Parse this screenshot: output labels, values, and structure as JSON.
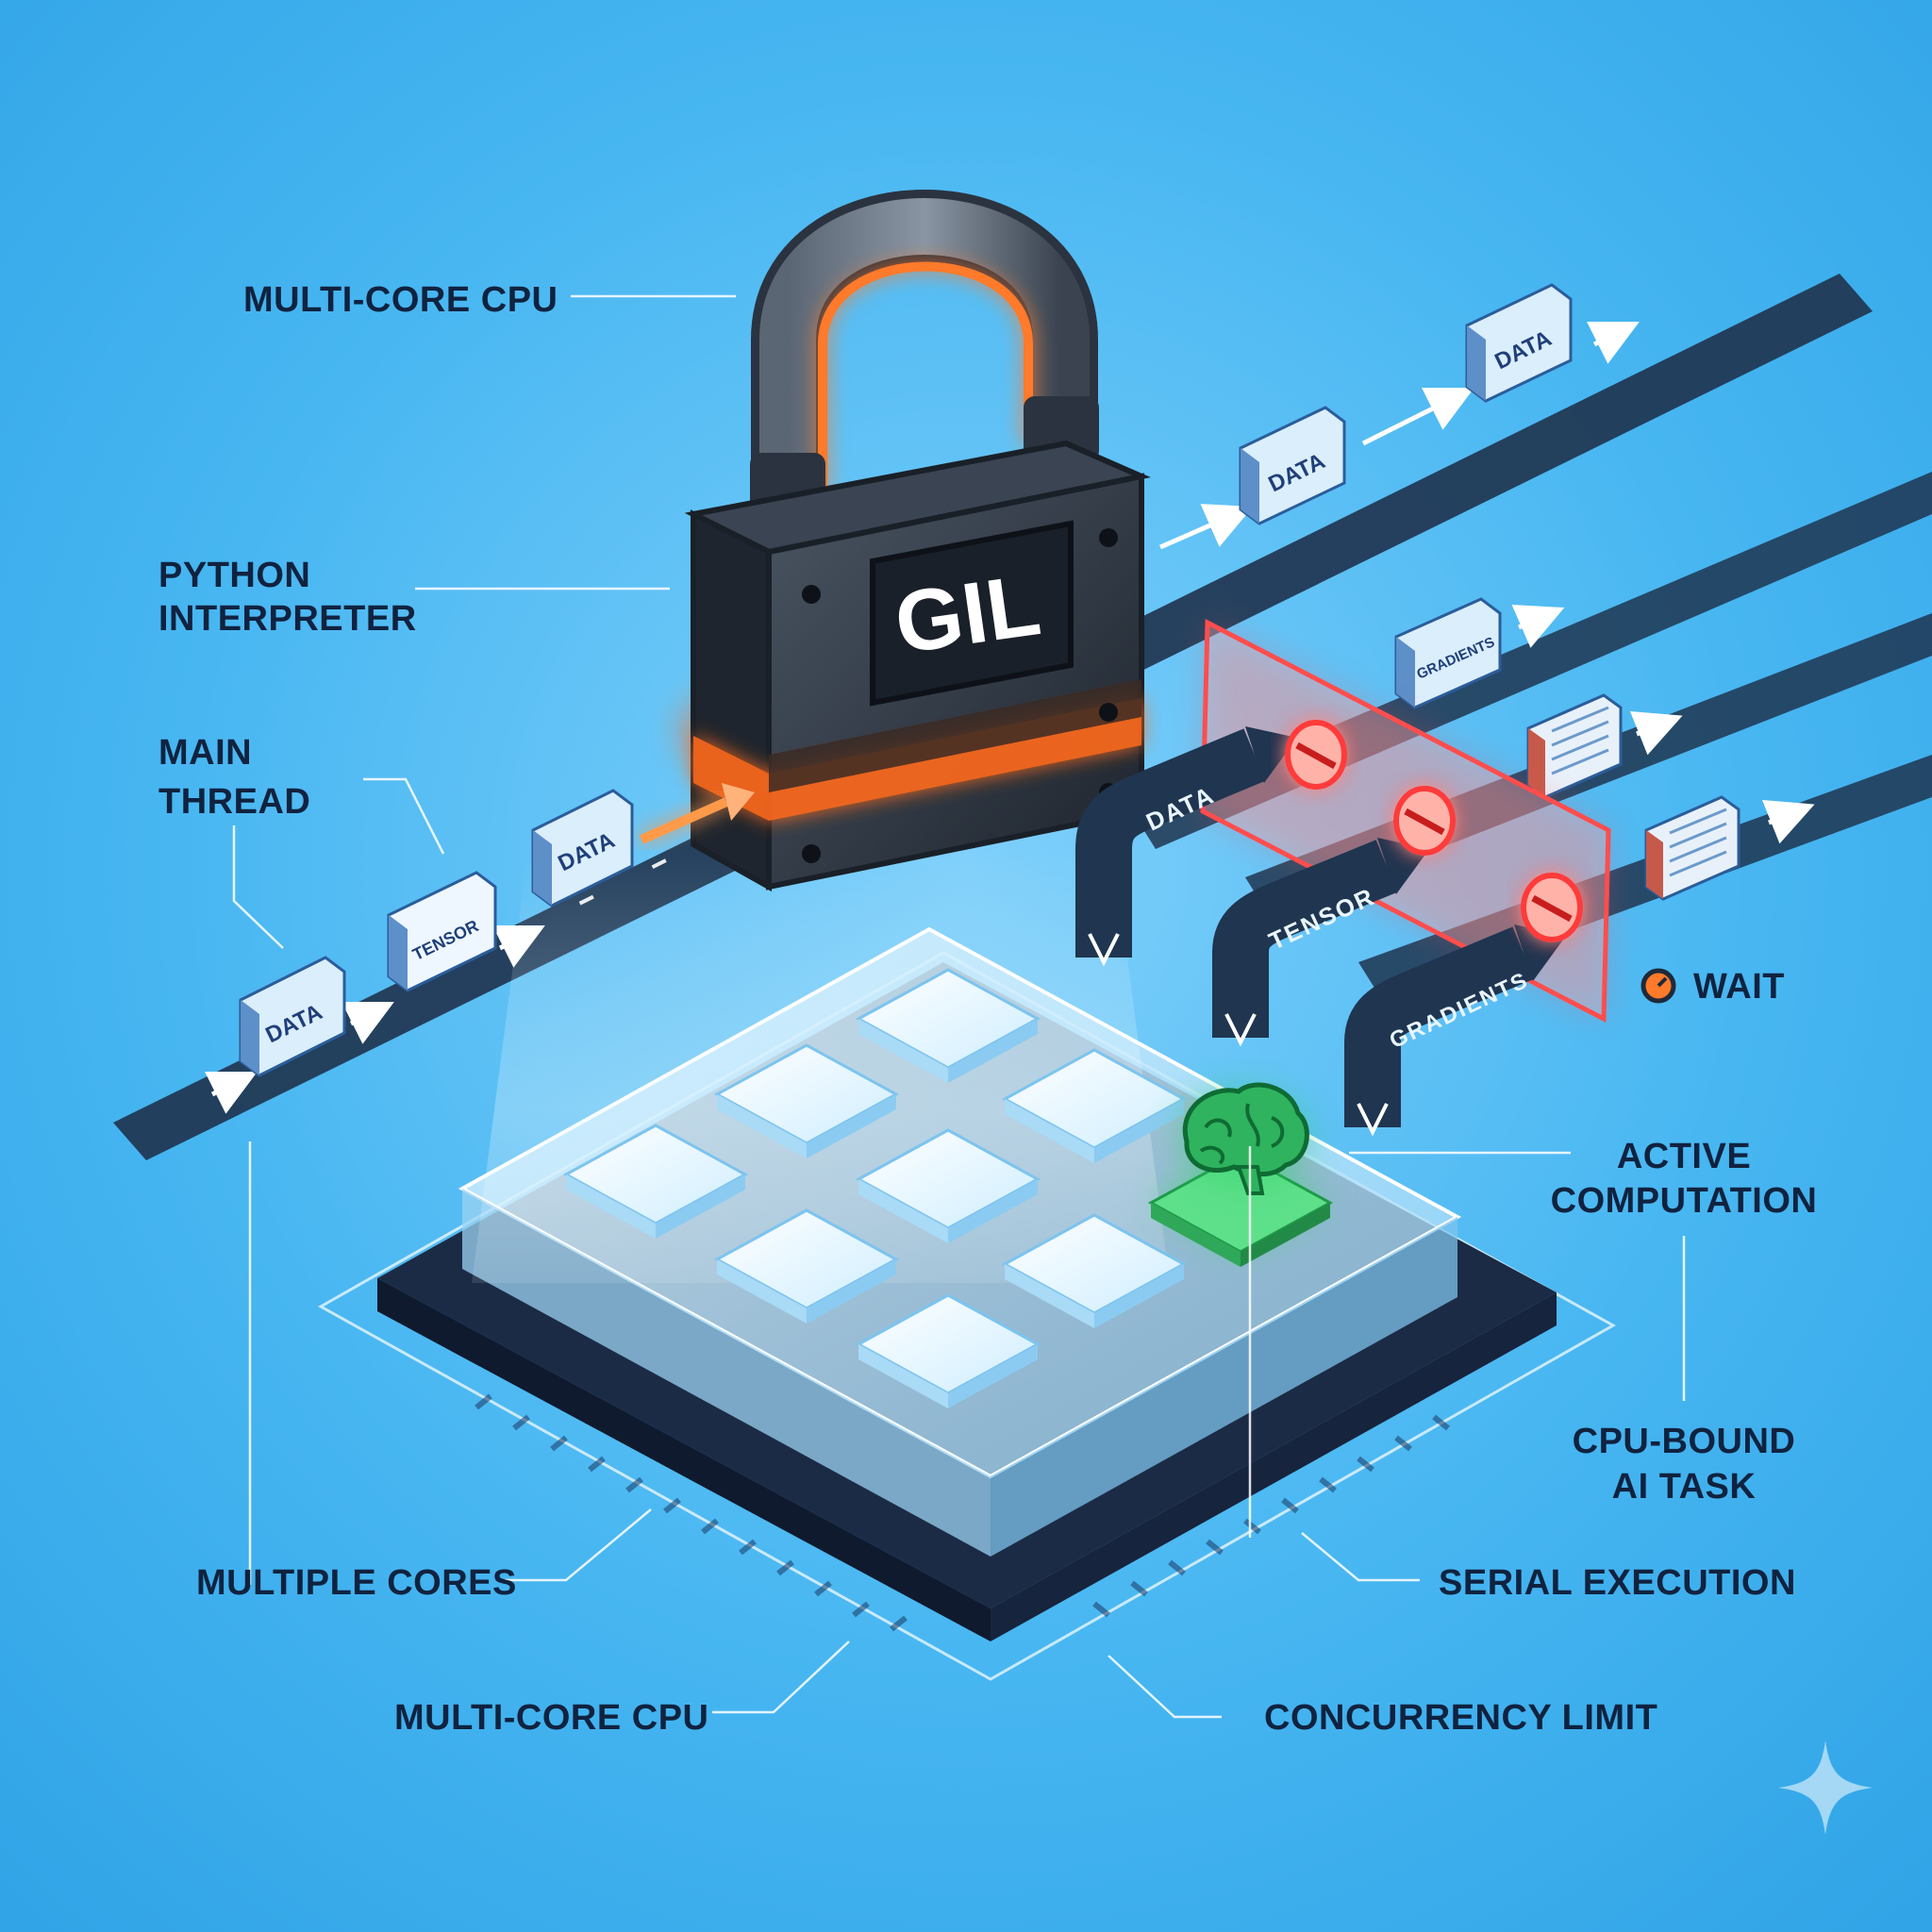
{
  "lock": {
    "label": "GIL"
  },
  "labels": {
    "top_cpu": "MULTI-CORE CPU",
    "python_line1": "PYTHON",
    "python_line2": "INTERPRETER",
    "main_line1": "MAIN",
    "main_line2": "THREAD",
    "wait": "WAIT",
    "active_line1": "ACTIVE",
    "active_line2": "COMPUTATION",
    "cpu_bound_line1": "CPU-BOUND",
    "cpu_bound_line2": "AI TASK",
    "multiple_cores": "MULTIPLE CORES",
    "serial_execution": "SERIAL EXECUTION",
    "bottom_cpu": "MULTI-CORE CPU",
    "concurrency_limit": "CONCURRENCY LIMIT"
  },
  "main_thread_packets": [
    "DATA",
    "TENSOR",
    "DATA"
  ],
  "upper_packets": [
    "DATA",
    "DATA"
  ],
  "blocked_threads": [
    {
      "label": "DATA",
      "packet": ""
    },
    {
      "label": "TENSOR",
      "packet": "GRADIENTS"
    },
    {
      "label": "GRADIENTS",
      "packet": ""
    }
  ],
  "colors": {
    "background": "#3fb2ef",
    "lock_body": "#2b3340",
    "glow_orange": "#ff6a1a",
    "blocked_red": "#ff4d4d",
    "active_green": "#38d36a",
    "track": "#1f3550"
  },
  "icons": [
    "padlock-icon",
    "brain-icon",
    "stop-icon",
    "wait-clock-icon",
    "sparkle-icon"
  ]
}
